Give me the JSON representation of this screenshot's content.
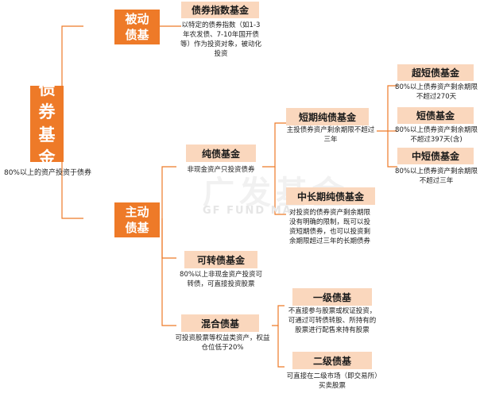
{
  "root": {
    "title": "债券基金",
    "desc": "80%以上的资产投资于债券"
  },
  "passive": {
    "label": "被动债基",
    "index_fund": {
      "title": "债券指数基金",
      "desc": "以特定的债券指数（如1-3年农发债、7-10年国开债等）作为投资对象，被动化投资"
    }
  },
  "active": {
    "label": "主动债基",
    "pure": {
      "title": "纯债基金",
      "desc": "非现金资产只投资债券",
      "short": {
        "title": "短期纯债基金",
        "desc": "主投债券资产剩余期限不超过三年",
        "ultra_short": {
          "title": "超短债基金",
          "desc": "80%以上债券资产剩余期限不超过270天"
        },
        "short_debt": {
          "title": "短债基金",
          "desc": "80%以上债券资产剩余期限不超过397天(含)"
        },
        "mid_short": {
          "title": "中短债基金",
          "desc": "80%以上债券资产剩余期限不超过三年"
        }
      },
      "mid_long": {
        "title": "中长期纯债基金",
        "desc": "对投资的债券资产剩余期限没有明确的限制，既可以投资短期债券，也可以投资剩余期限超过三年的长期债券"
      }
    },
    "convertible": {
      "title": "可转债基金",
      "desc": "80%以上非现金资产投资可转债，可直接投资股票"
    },
    "mixed": {
      "title": "混合债基",
      "desc": "可投资股票等权益类资产，权益仓位低于20%",
      "primary": {
        "title": "一级债基",
        "desc": "不直接参与股票或权证投资，可通过可转债转股、所持有的股票进行配售来持有股票"
      },
      "secondary": {
        "title": "二级债基",
        "desc": "可直接在二级市场（即交易所）买卖股票"
      }
    }
  },
  "watermark": {
    "logo": "广发基金",
    "sub": "GF FUND MA"
  },
  "colors": {
    "accent": "#ee7a28",
    "box": "#fad7bd",
    "line": "#ee7a28"
  }
}
